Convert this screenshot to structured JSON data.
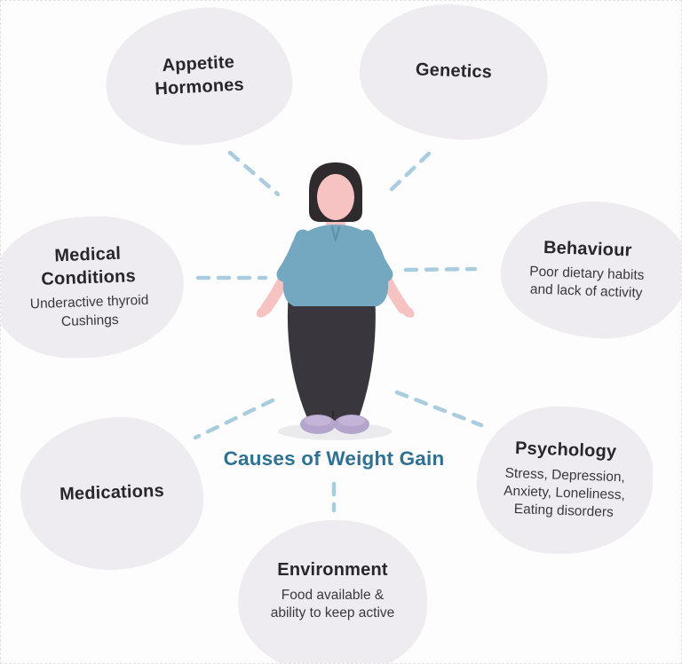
{
  "page": {
    "title": "Causes of Weight Gain"
  },
  "causes": [
    {
      "id": "appetite-hormones",
      "label": "Appetite\nHormones",
      "sub": ""
    },
    {
      "id": "genetics",
      "label": "Genetics",
      "sub": ""
    },
    {
      "id": "medical-conditions",
      "label": "Medical\nConditions",
      "sub": "Underactive thyroid\nCushings"
    },
    {
      "id": "behaviour",
      "label": "Behaviour",
      "sub": "Poor dietary habits\nand lack of activity"
    },
    {
      "id": "medications",
      "label": "Medications",
      "sub": ""
    },
    {
      "id": "psychology",
      "label": "Psychology",
      "sub": "Stress, Depression,\nAnxiety, Loneliness,\nEating disorders"
    },
    {
      "id": "environment",
      "label": "Environment",
      "sub": "Food available &\nability to keep active"
    }
  ],
  "colors": {
    "background": "#fdfdfd",
    "bubble": "#efecf1",
    "heading_text": "#29252a",
    "sub_text": "#3b373c",
    "title_accent": "#2d7195",
    "connector_dash": "#a9cdde",
    "hair": "#2e2a2e",
    "skin": "#f6c3c2",
    "shirt": "#73a8c0",
    "pants": "#3a363e",
    "shoes": "#b5a5cd",
    "ground_shadow": "#ebebee"
  }
}
